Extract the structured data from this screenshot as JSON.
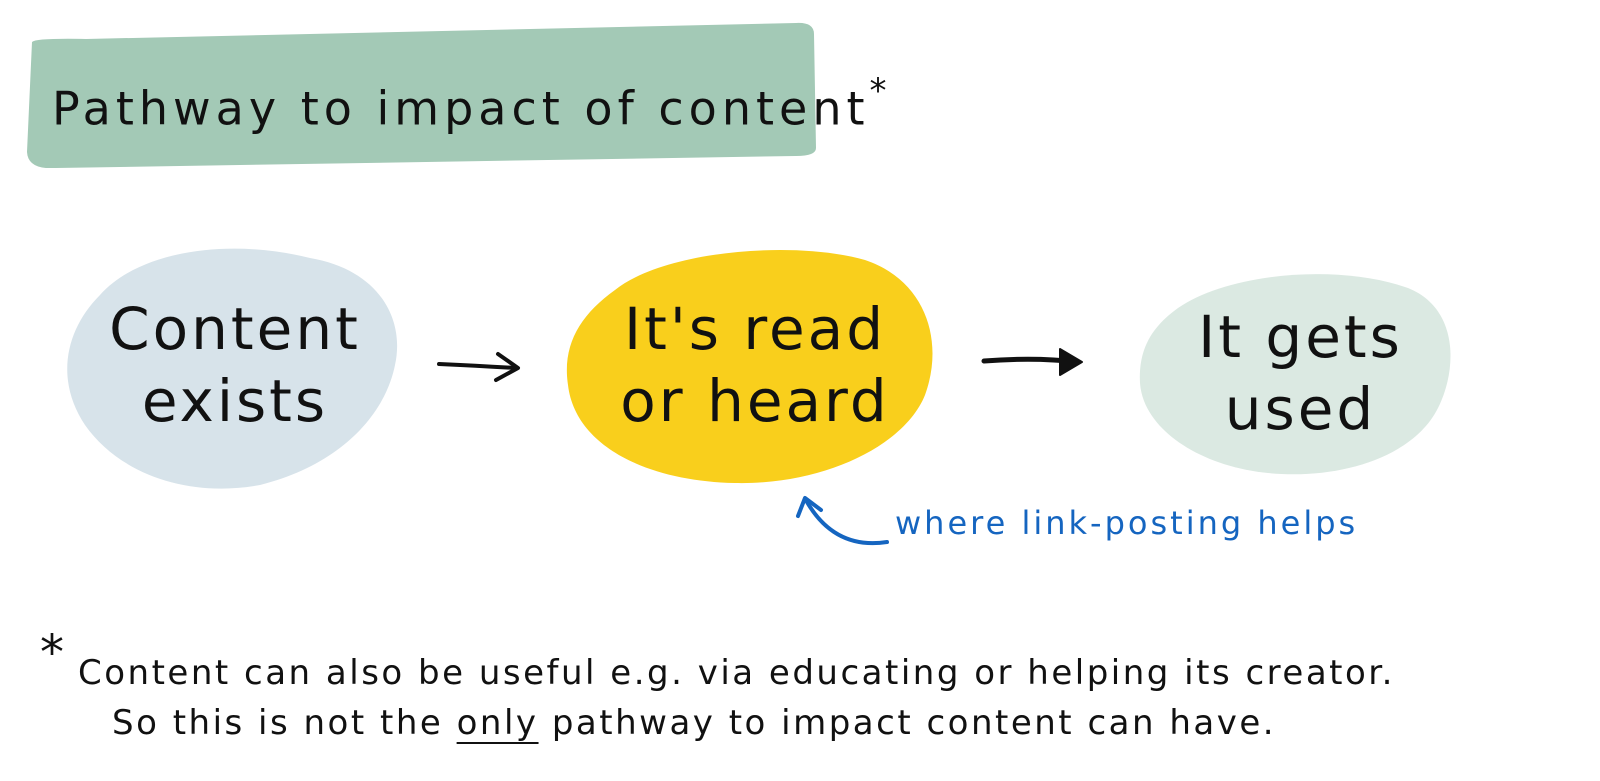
{
  "title": {
    "text": "Pathway to impact of content",
    "marker": "*"
  },
  "colors": {
    "banner": "#a3c9b6",
    "node_exists": "#d7e3ea",
    "node_read": "#f9cf1c",
    "node_used": "#dbe9e2",
    "annotation": "#1565c0",
    "ink": "#111111"
  },
  "nodes": [
    {
      "line1": "Content",
      "line2": "exists"
    },
    {
      "line1": "It's read",
      "line2": "or heard"
    },
    {
      "line1": "It gets",
      "line2": "used"
    }
  ],
  "annotation": {
    "text": "where link-posting helps",
    "icon": "curved-arrow-icon"
  },
  "footnote": {
    "marker": "*",
    "line1": "Content can also be useful e.g. via educating or helping its creator.",
    "line2_before": "So this is not the",
    "line2_emphasis": "only",
    "line2_after": "pathway to impact content can have."
  }
}
